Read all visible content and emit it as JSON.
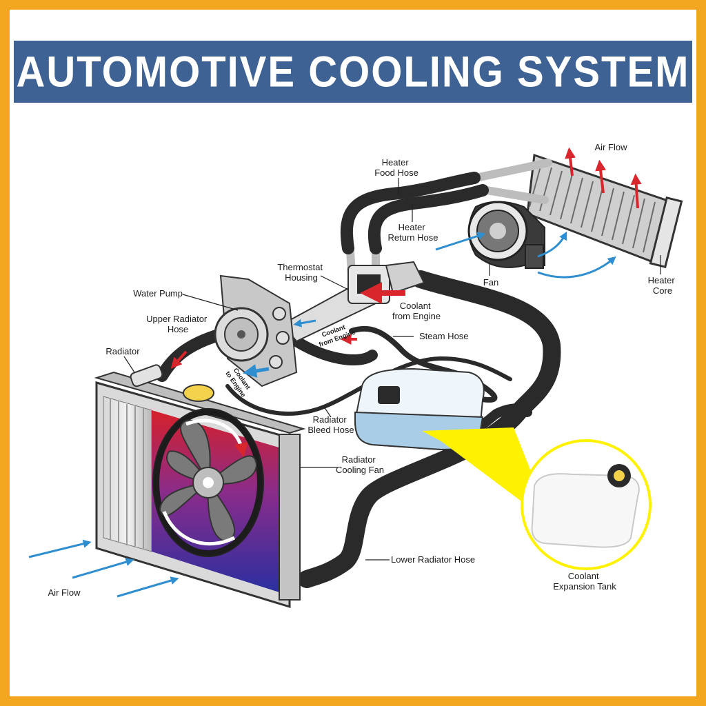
{
  "title": "AUTOMOTIVE COOLING SYSTEM",
  "colors": {
    "border": "#f3a61f",
    "banner": "#3f6295",
    "hot_flow": "#d9262c",
    "cold_flow": "#2f8ed0",
    "hose": "#2a2a2a",
    "coolant": "#a9cde6",
    "highlight": "#fff200"
  },
  "labels": {
    "heater_feed_hose": [
      "Heater",
      "Food Hose"
    ],
    "air_flow_top": "Air Flow",
    "heater_return_hose": [
      "Heater",
      "Return Hose"
    ],
    "thermostat_housing": [
      "Thermostat",
      "Housing"
    ],
    "fan": "Fan",
    "heater_core": [
      "Heater",
      "Core"
    ],
    "water_pump": "Water Pump",
    "coolant_from_engine": [
      "Coolant",
      "from Engine"
    ],
    "upper_radiator_hose": [
      "Upper Radiator",
      "Hose"
    ],
    "coolant_from_engine_small": [
      "Coolant",
      "from Engine"
    ],
    "steam_hose": "Steam Hose",
    "radiator": "Radiator",
    "coolant_to_engine": [
      "Coolant",
      "to Engine"
    ],
    "radiator_bleed_hose": [
      "Radiator",
      "Bleed Hose"
    ],
    "radiator_cooling_fan": [
      "Radiator",
      "Cooling Fan"
    ],
    "lower_radiator_hose": "Lower Radiator Hose",
    "air_flow_bottom": "Air Flow",
    "coolant_expansion_tank": [
      "Coolant",
      "Expansion Tank"
    ]
  }
}
